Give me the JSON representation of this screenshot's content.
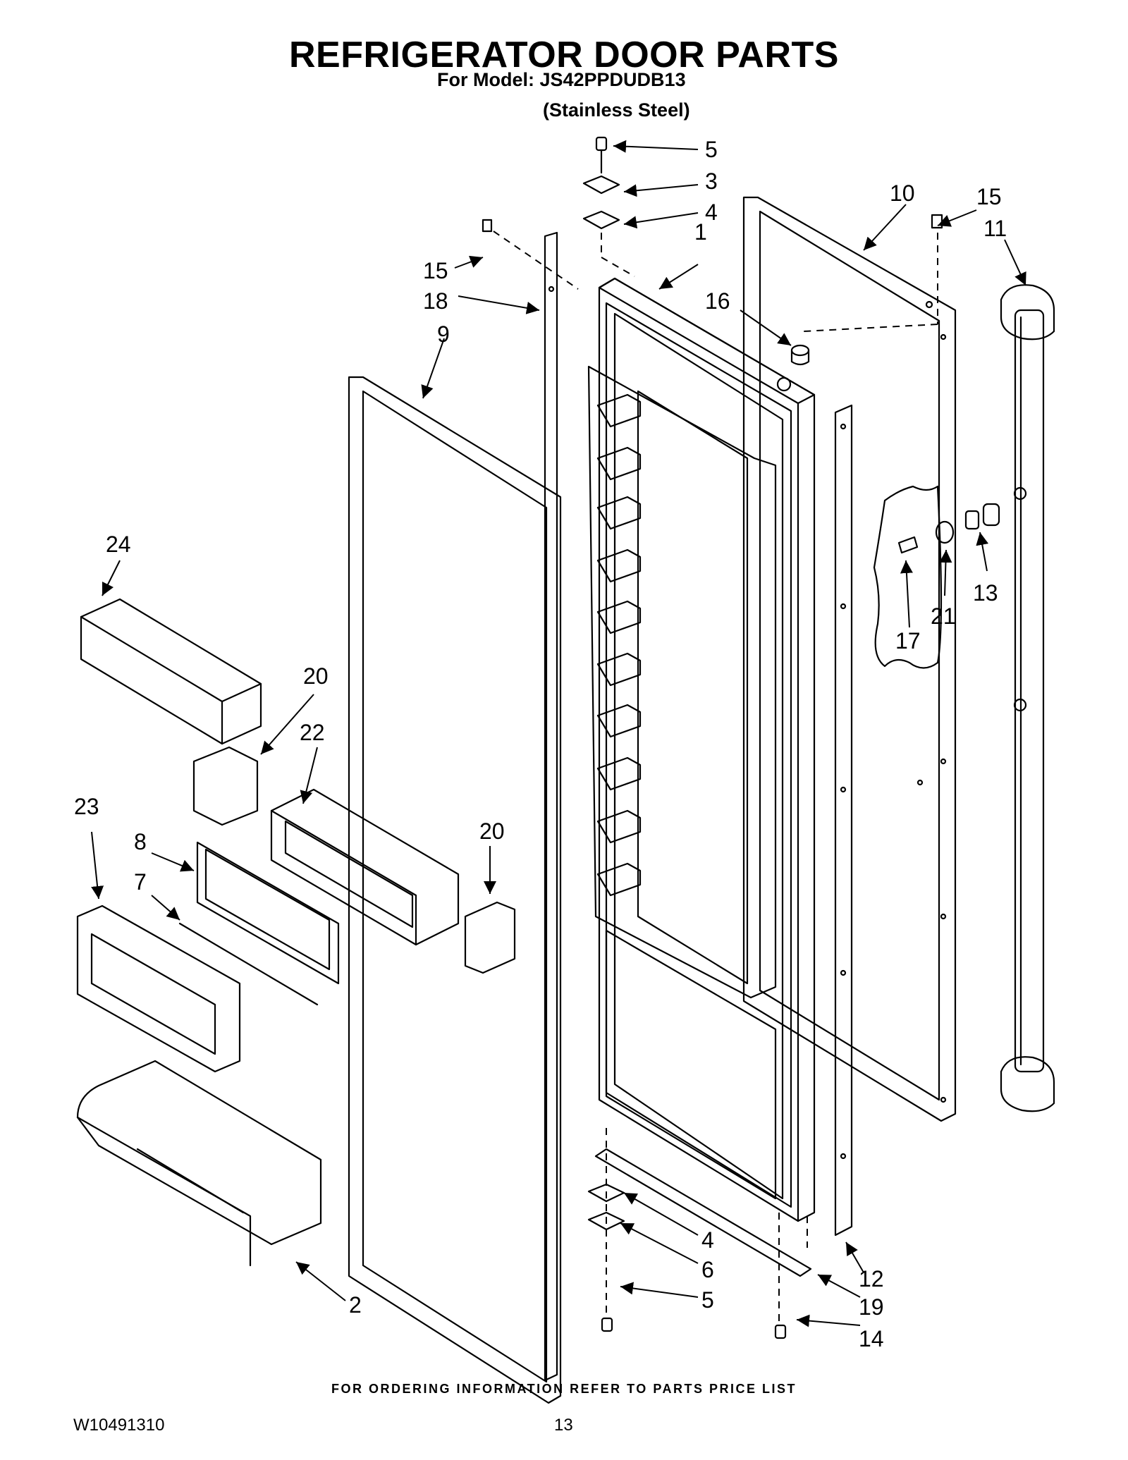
{
  "header": {
    "title": "REFRIGERATOR DOOR PARTS",
    "model": "For Model: JS42PPDUDB13",
    "finish": "(Stainless Steel)"
  },
  "callouts": {
    "c5_top": "5",
    "c3": "3",
    "c4_top": "4",
    "c10": "10",
    "c15_right": "15",
    "c11": "11",
    "c1": "1",
    "c15_left": "15",
    "c18": "18",
    "c16": "16",
    "c9": "9",
    "c24": "24",
    "c20_left": "20",
    "c22": "22",
    "c23": "23",
    "c8": "8",
    "c7": "7",
    "c20_right": "20",
    "c17": "17",
    "c21": "21",
    "c13": "13",
    "c4_bottom": "4",
    "c6": "6",
    "c5_bottom": "5",
    "c2": "2",
    "c12": "12",
    "c19": "19",
    "c14": "14"
  },
  "footer": {
    "ordering_note": "FOR ORDERING INFORMATION REFER TO PARTS PRICE LIST",
    "document_number": "W10491310",
    "page_number": "13"
  }
}
